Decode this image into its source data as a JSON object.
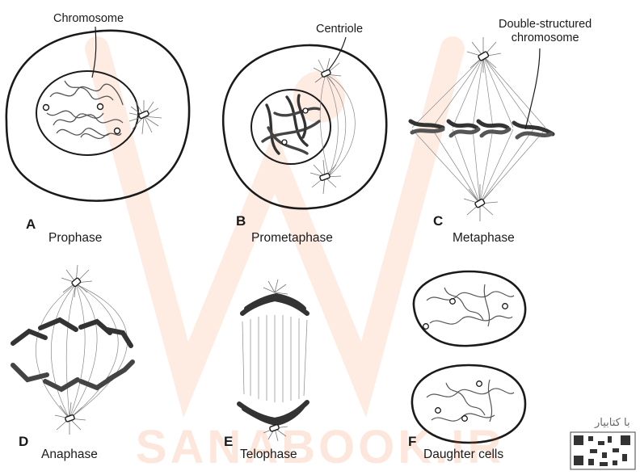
{
  "callouts": {
    "chromosome": "Chromosome",
    "centriole": "Centriole",
    "double_structured_line1": "Double-structured",
    "double_structured_line2": "chromosome"
  },
  "panels": [
    {
      "letter": "A",
      "phase": "Prophase"
    },
    {
      "letter": "B",
      "phase": "Prometaphase"
    },
    {
      "letter": "C",
      "phase": "Metaphase"
    },
    {
      "letter": "D",
      "phase": "Anaphase"
    },
    {
      "letter": "E",
      "phase": "Telophase"
    },
    {
      "letter": "F",
      "phase": "Daughter cells"
    }
  ],
  "watermark": {
    "text": "SANABOOK.IR",
    "publisher_text": "با کتابیار",
    "color": "#f46c24"
  }
}
